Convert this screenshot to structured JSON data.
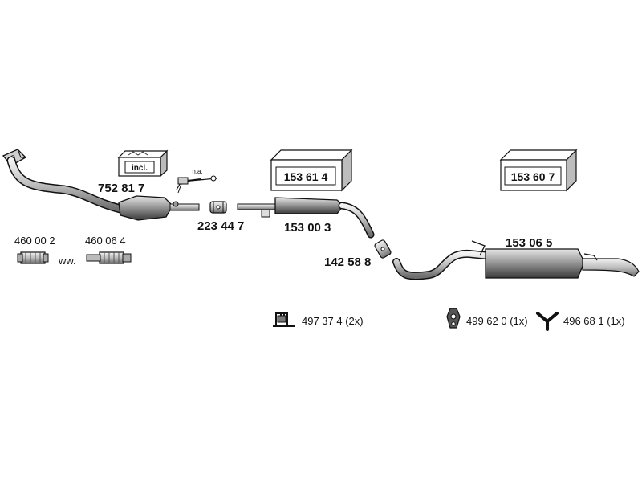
{
  "parts": {
    "p752817": "752 81 7",
    "incl": "incl.",
    "na": "n.a.",
    "p223447": "223 44 7",
    "p153003": "153 00 3",
    "p142588": "142 58 8",
    "p153065": "153 06 5",
    "p460002": "460 00 2",
    "p460064": "460 06 4",
    "ww": "ww.",
    "box1": "153 61 4",
    "box2": "153 60 7"
  },
  "accessories": {
    "a1": "497 37 4 (2x)",
    "a2": "499 62 0 (1x)",
    "a3": "496 68 1 (1x)"
  },
  "colors": {
    "line": "#111111",
    "fill": "#d9d9d9",
    "dark": "#444444"
  }
}
